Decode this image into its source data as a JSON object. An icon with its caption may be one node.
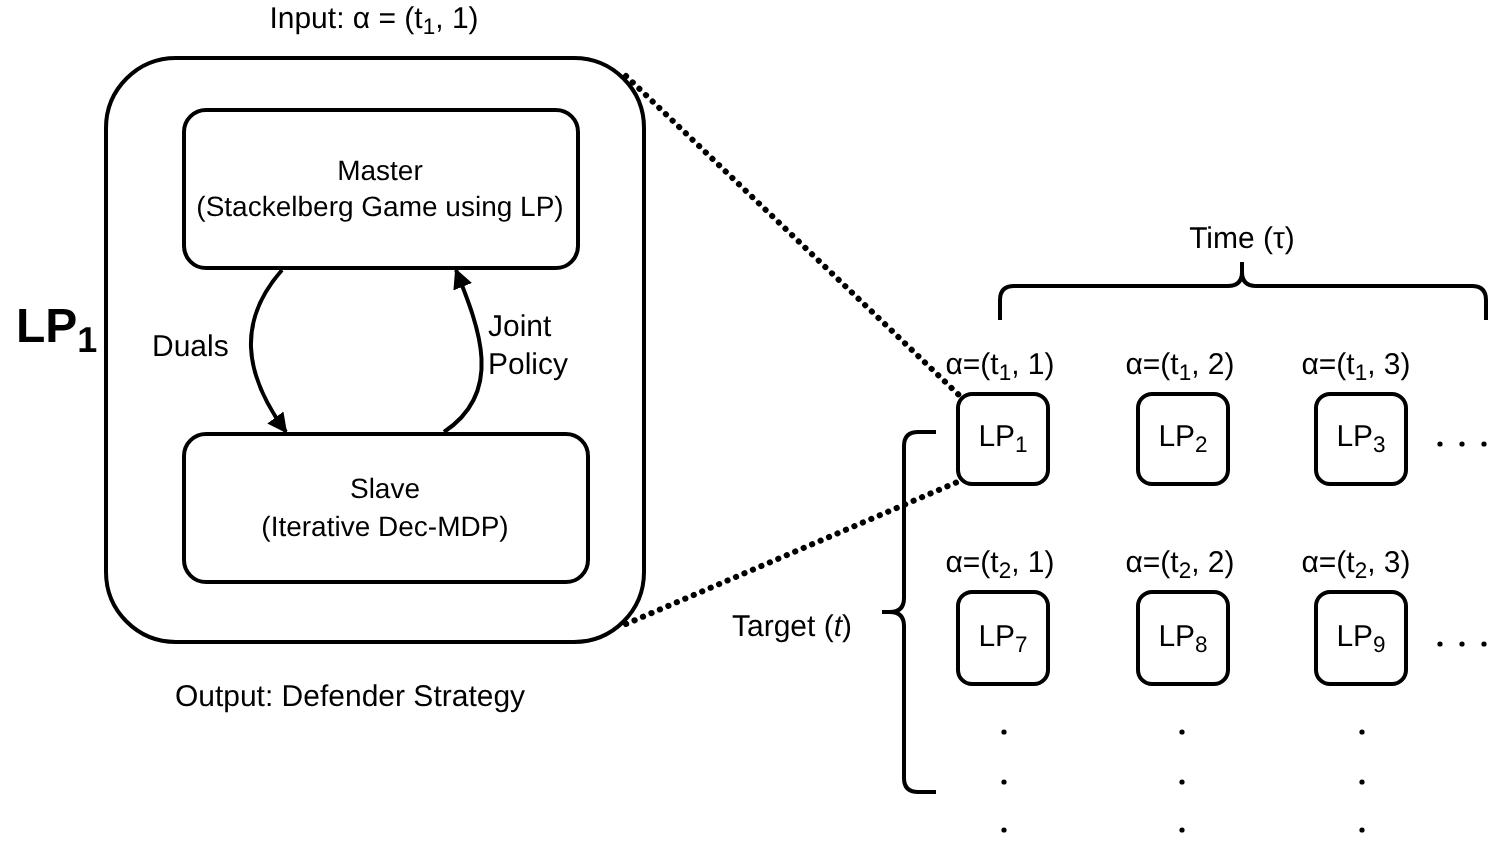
{
  "diagram": {
    "nodes": [
      {
        "text": [
          "LP$_{1}$"
        ],
        "beside": [
          "Input: α =  (t$_{1}$, 1)",
          "Output: Defender Strategy"
        ]
      },
      {
        "text": [
          "Master",
          "(Stackelberg Game using LP)"
        ],
        "in": 0
      },
      {
        "text": [
          "Slave",
          "(Iterative Dec-MDP)"
        ],
        "in": 0
      },
      {
        "text": [
          "LP$_{1}$"
        ],
        "beside": [
          "α=(t$_{1}$, 1)"
        ]
      },
      {
        "text": [
          "LP$_{2}$"
        ],
        "beside": [
          "α=(t$_{1}$, 2)"
        ]
      },
      {
        "text": [
          "LP$_{3}$"
        ],
        "beside": [
          "α=(t$_{1}$, 3)"
        ]
      },
      {
        "text": [
          "LP$_{7}$"
        ],
        "beside": [
          "α=(t$_{2}$, 1)"
        ]
      },
      {
        "text": [
          "LP$_{8}$"
        ],
        "beside": [
          "α=(t$_{2}$, 2)"
        ]
      },
      {
        "text": [
          "LP$_{9}$"
        ],
        "beside": [
          "α=(t$_{2}$, 3)"
        ]
      }
    ],
    "edges": [
      {
        "from": 1,
        "to": 2,
        "arrow": "to",
        "label": "Duals"
      },
      {
        "from": 2,
        "to": 1,
        "arrow": "to",
        "label": "Joint Policy"
      },
      {
        "from": 0,
        "to": 3,
        "arrow": "none",
        "style": "dashed"
      },
      {
        "from": 0,
        "to": 3,
        "arrow": "none",
        "style": "dashed"
      }
    ],
    "labels": [
      "Time (τ)",
      "Target (*t*)"
    ]
  }
}
